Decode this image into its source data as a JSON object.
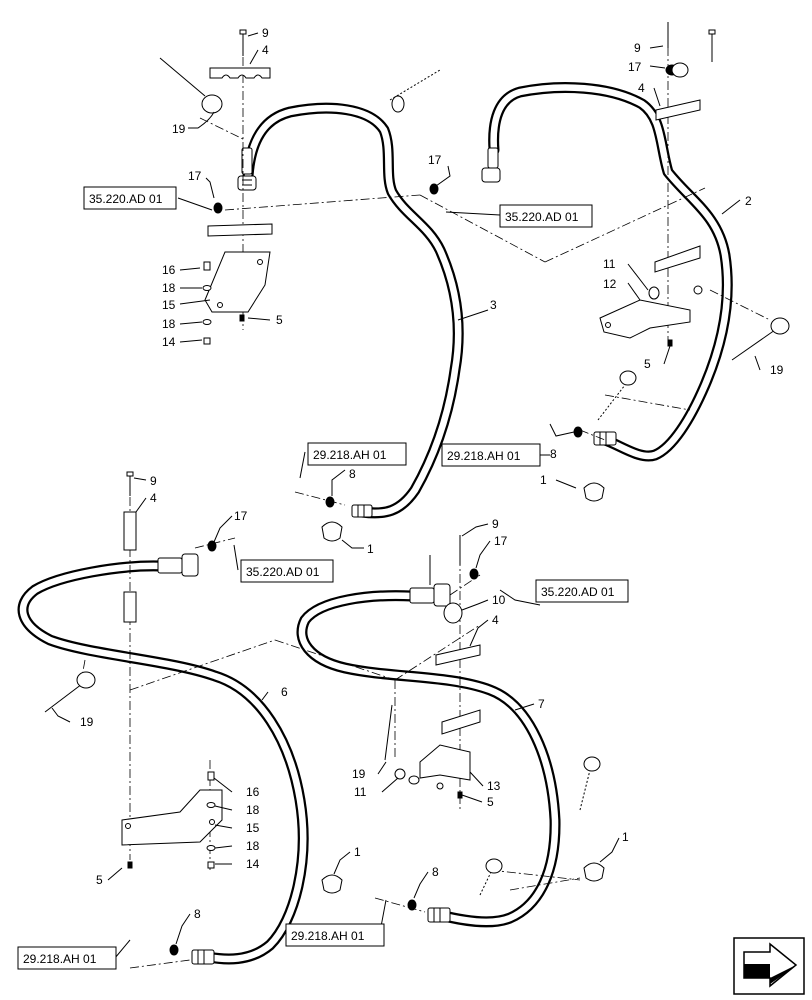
{
  "callouts": {
    "a1": "9",
    "a2": "4",
    "a3": "19",
    "a4": "17",
    "a5": "16",
    "a6": "18",
    "a7": "15",
    "a8": "18",
    "a9": "14",
    "a10": "5",
    "a11": "3",
    "a12": "8",
    "a13": "1",
    "b1": "9",
    "b2": "17",
    "b3": "4",
    "b4": "17",
    "b5": "2",
    "b6": "11",
    "b7": "12",
    "b8": "5",
    "b9": "19",
    "b10": "8",
    "b11": "1",
    "c1": "9",
    "c2": "4",
    "c3": "17",
    "c4": "19",
    "c5": "6",
    "c6": "16",
    "c7": "18",
    "c8": "15",
    "c9": "18",
    "c10": "14",
    "c11": "5",
    "c12": "1",
    "c13": "8",
    "d1": "9",
    "d2": "17",
    "d3": "10",
    "d4": "4",
    "d5": "7",
    "d6": "19",
    "d7": "11",
    "d8": "13",
    "d9": "5",
    "d10": "8",
    "d11": "1"
  },
  "references": {
    "r1": "35.220.AD 01",
    "r2": "35.220.AD 01",
    "r3": "29.218.AH 01",
    "r4": "29.218.AH 01",
    "r5": "35.220.AD 01",
    "r6": "35.220.AD 01",
    "r7": "29.218.AH 01",
    "r8": "29.218.AH 01"
  },
  "nav": {
    "icon": "next-page-arrow-icon"
  }
}
